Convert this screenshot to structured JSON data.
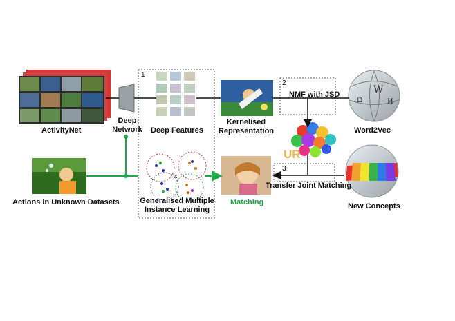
{
  "labels": {
    "activitynet": "ActivityNet",
    "deep_network": [
      "Deep",
      "Network"
    ],
    "deep_features": "Deep Features",
    "kernelised": [
      "Kernelised",
      "Representation"
    ],
    "word2vec": "Word2Vec",
    "nmf": "NMF with JSD",
    "ur": "UR",
    "actions_unknown": "Actions in Unknown Datasets",
    "gmil": [
      "Generalised Multiple",
      "Instance Learning"
    ],
    "matching": "Matching",
    "transfer": "Transfer Joint Matching",
    "new_concepts": "New Concepts"
  },
  "step_numbers": {
    "one": "1",
    "two": "2",
    "three": "3"
  },
  "colors": {
    "green": "#1ea84a",
    "arrow": "#111111"
  }
}
